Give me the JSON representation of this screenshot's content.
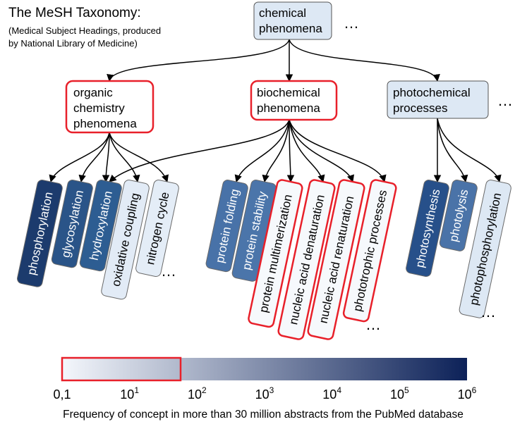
{
  "header": {
    "title": "The MeSH Taxonomy:",
    "subtitle_line1": "(Medical Subject Headings, produced",
    "subtitle_line2": "by National Library of Medicine)"
  },
  "ellipsis": "…",
  "root": {
    "lines": [
      "chemical",
      "phenomena"
    ],
    "frequency": "low",
    "highlighted": false
  },
  "categories": [
    {
      "id": "organic",
      "lines": [
        "organic",
        "chemistry",
        "phenomena"
      ],
      "frequency": "very-low",
      "highlighted": true
    },
    {
      "id": "biochemical",
      "lines": [
        "biochemical",
        "phenomena"
      ],
      "frequency": "very-low",
      "highlighted": true
    },
    {
      "id": "photochemical",
      "lines": [
        "photochemical",
        "processes"
      ],
      "frequency": "low",
      "highlighted": false
    }
  ],
  "leaves": [
    {
      "label": "phosphorylation",
      "color": "#1c3b6d",
      "highlighted": false
    },
    {
      "label": "glycosylation",
      "color": "#2a5488",
      "highlighted": false
    },
    {
      "label": "hydroxylation",
      "color": "#2d5d92",
      "highlighted": false
    },
    {
      "label": "oxidative coupling",
      "color": "#e2ebf6",
      "highlighted": false
    },
    {
      "label": "nitrogen cycle",
      "color": "#e4edf7",
      "highlighted": false
    },
    {
      "label": "protein folding",
      "color": "#4872a8",
      "highlighted": false
    },
    {
      "label": "protein stability",
      "color": "#4b75aa",
      "highlighted": false
    },
    {
      "label": "protein multimerization",
      "color": "#f6f9fc",
      "highlighted": true
    },
    {
      "label": "nucleic acid denaturation",
      "color": "#f6f9fc",
      "highlighted": true
    },
    {
      "label": "nucleic acid renaturation",
      "color": "#f6f9fc",
      "highlighted": true
    },
    {
      "label": "phototrophic processes",
      "color": "#f6f9fc",
      "highlighted": true
    },
    {
      "label": "photosynthesis",
      "color": "#27508a",
      "highlighted": false
    },
    {
      "label": "photolysis",
      "color": "#4a73a8",
      "highlighted": false
    },
    {
      "label": "photophosphorylation",
      "color": "#dde8f4",
      "highlighted": false
    }
  ],
  "colorbar": {
    "start_color": "#f4f7fc",
    "end_color": "#0c2158",
    "highlight_color": "#e8202a",
    "ticks": [
      {
        "base": "0,1",
        "exp": ""
      },
      {
        "base": "10",
        "exp": "1"
      },
      {
        "base": "10",
        "exp": "2"
      },
      {
        "base": "10",
        "exp": "3"
      },
      {
        "base": "10",
        "exp": "4"
      },
      {
        "base": "10",
        "exp": "5"
      },
      {
        "base": "10",
        "exp": "6"
      }
    ],
    "caption": "Frequency of concept in more than 30 million abstracts from the PubMed database"
  }
}
